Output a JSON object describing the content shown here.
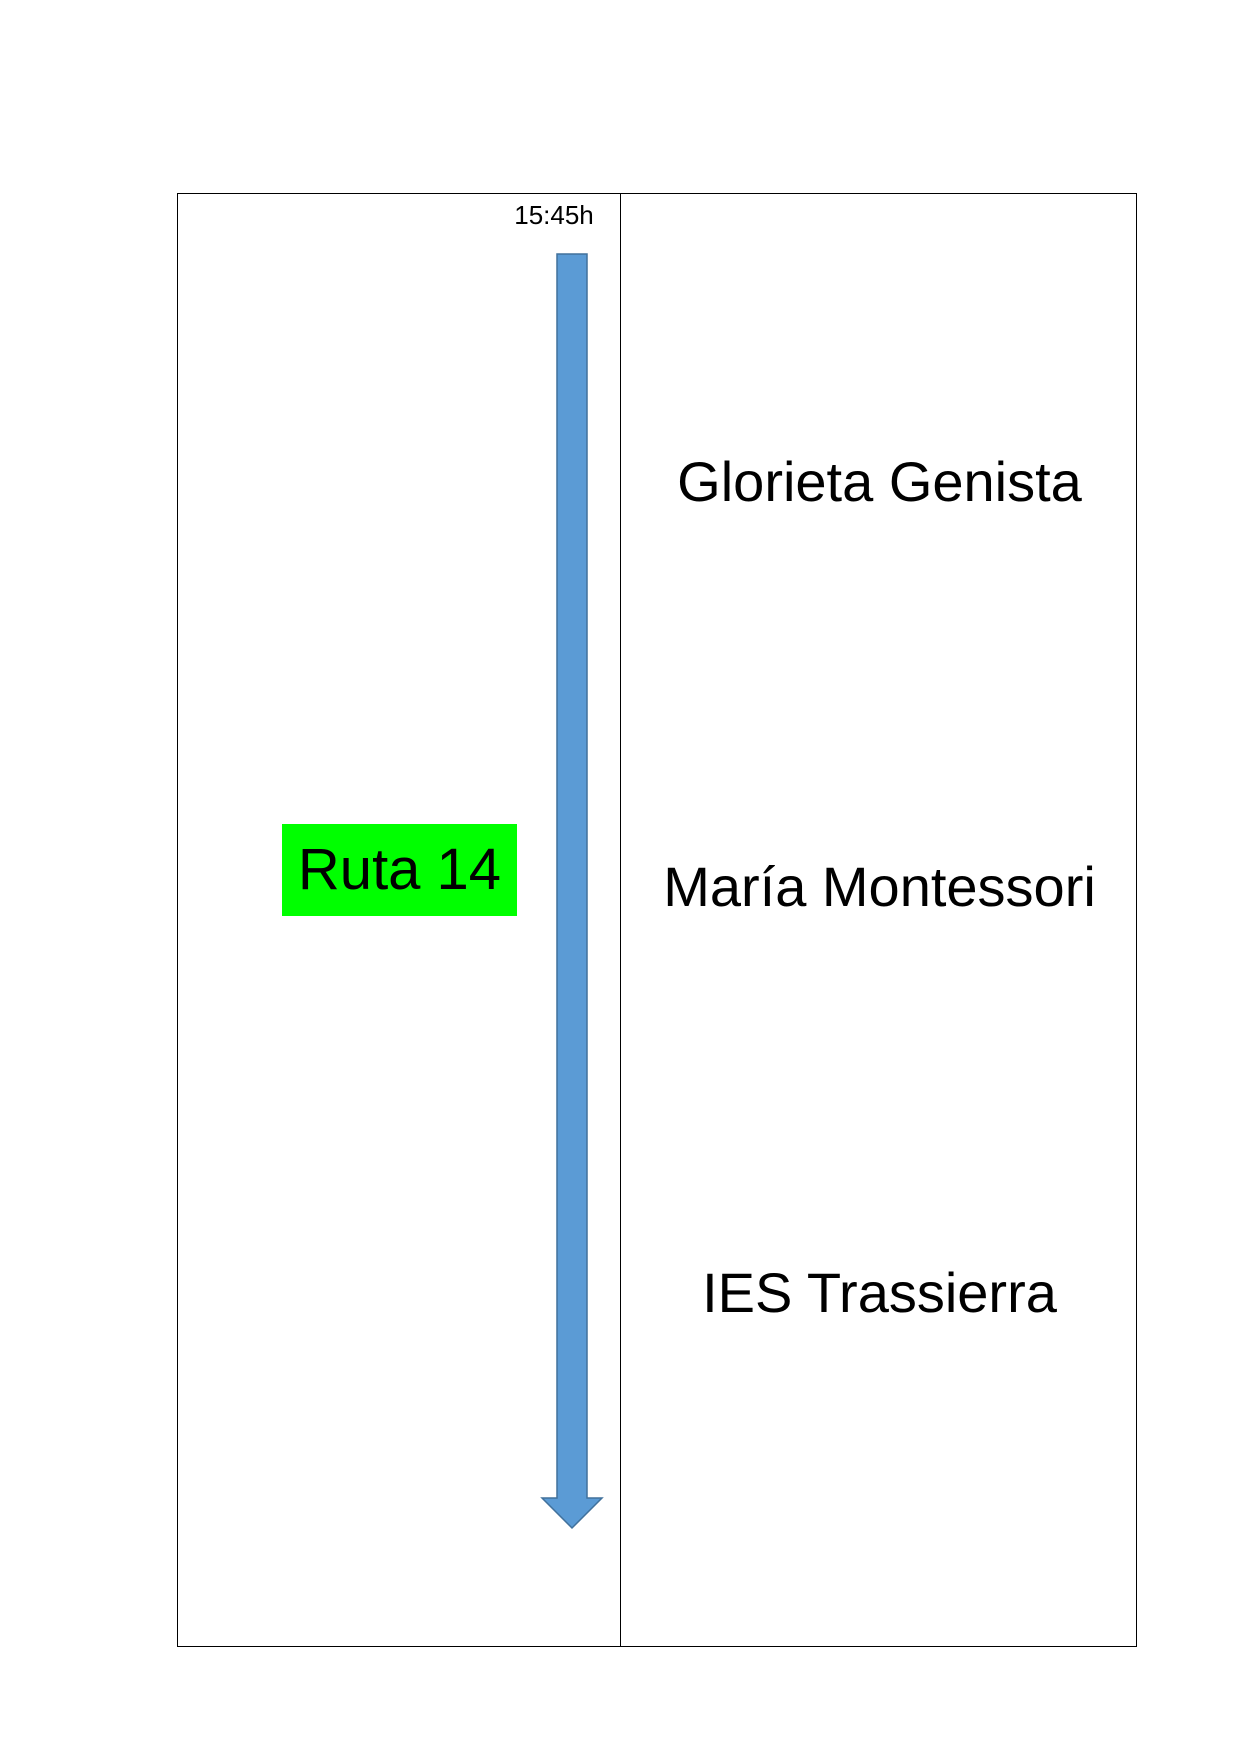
{
  "route": {
    "name": "Ruta 14",
    "departure_time": "15:45h",
    "badge_color": "#00ff00",
    "arrow_color": "#5b9bd5",
    "arrow_icon": "down-arrow-icon"
  },
  "stops": [
    {
      "name": "Glorieta Genista"
    },
    {
      "name": "María Montessori"
    },
    {
      "name": "IES Trassierra"
    }
  ]
}
